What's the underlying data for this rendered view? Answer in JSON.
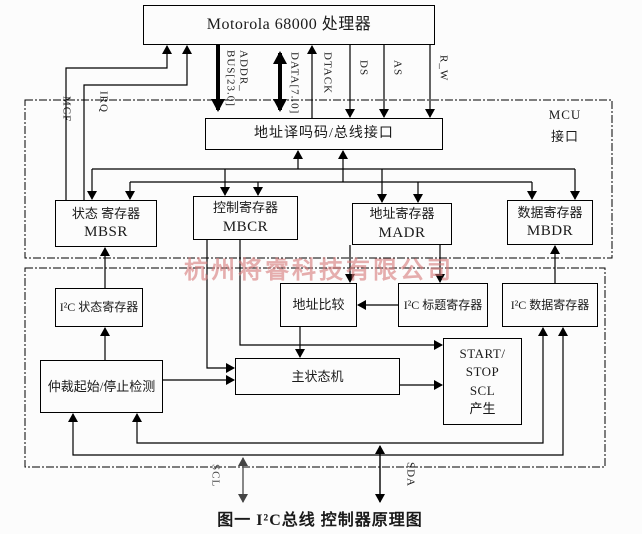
{
  "cpu": {
    "label": "Motorola 68000 处理器"
  },
  "bus_signals": {
    "mcf": "MCF",
    "irq": "IRQ",
    "addr_line1": "ADDR_",
    "addr_line2": "BUS[23.0]",
    "data": "DATA[7..0]",
    "dtack": "DTACK",
    "ds": "DS",
    "as": "AS",
    "rw": "R_W"
  },
  "decoder": {
    "label": "地址译吗码/总线接口"
  },
  "mcu_interface": {
    "line1": "MCU",
    "line2": "接口"
  },
  "registers": {
    "mbsr": {
      "name": "状态 寄存器",
      "id": "MBSR"
    },
    "mbcr": {
      "name": "控制寄存器",
      "id": "MBCR"
    },
    "madr": {
      "name": "地址寄存器",
      "id": "MADR"
    },
    "mbdr": {
      "name": "数据寄存器",
      "id": "MBDR"
    }
  },
  "i2c_core": {
    "status_reg": "I²C 状态寄存器",
    "addr_compare": "地址比较",
    "header_reg": "I²C 标题寄存器",
    "data_reg": "I²C 数据寄存器",
    "arbitration": "仲裁起始/停止检测",
    "fsm": "主状态机",
    "startstop": {
      "line1": "START/",
      "line2": "STOP",
      "line3": "SCL",
      "line4": "产生"
    }
  },
  "pins": {
    "scl": "SCL",
    "sda": "SDA"
  },
  "caption": "图一 I²C总线 控制器原理图",
  "watermark": "杭州将睿科技有限公司",
  "colors": {
    "line": "#000000",
    "pin_scl": "#555555",
    "watermark": "#d67d7d"
  }
}
